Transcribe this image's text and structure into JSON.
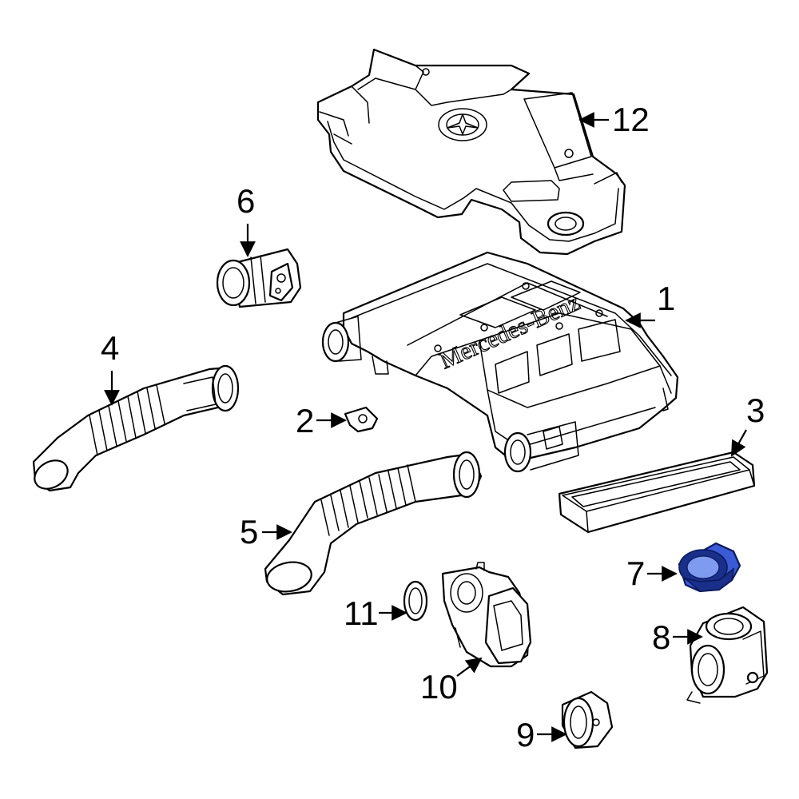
{
  "diagram": {
    "highlight_color": "#3b5bd6",
    "logo_text": "Mercedes-Benz",
    "callouts": [
      {
        "id": "1",
        "label": "1"
      },
      {
        "id": "2",
        "label": "2"
      },
      {
        "id": "3",
        "label": "3"
      },
      {
        "id": "4",
        "label": "4"
      },
      {
        "id": "5",
        "label": "5"
      },
      {
        "id": "6",
        "label": "6"
      },
      {
        "id": "7",
        "label": "7"
      },
      {
        "id": "8",
        "label": "8"
      },
      {
        "id": "9",
        "label": "9"
      },
      {
        "id": "10",
        "label": "10"
      },
      {
        "id": "11",
        "label": "11"
      },
      {
        "id": "12",
        "label": "12"
      }
    ]
  }
}
